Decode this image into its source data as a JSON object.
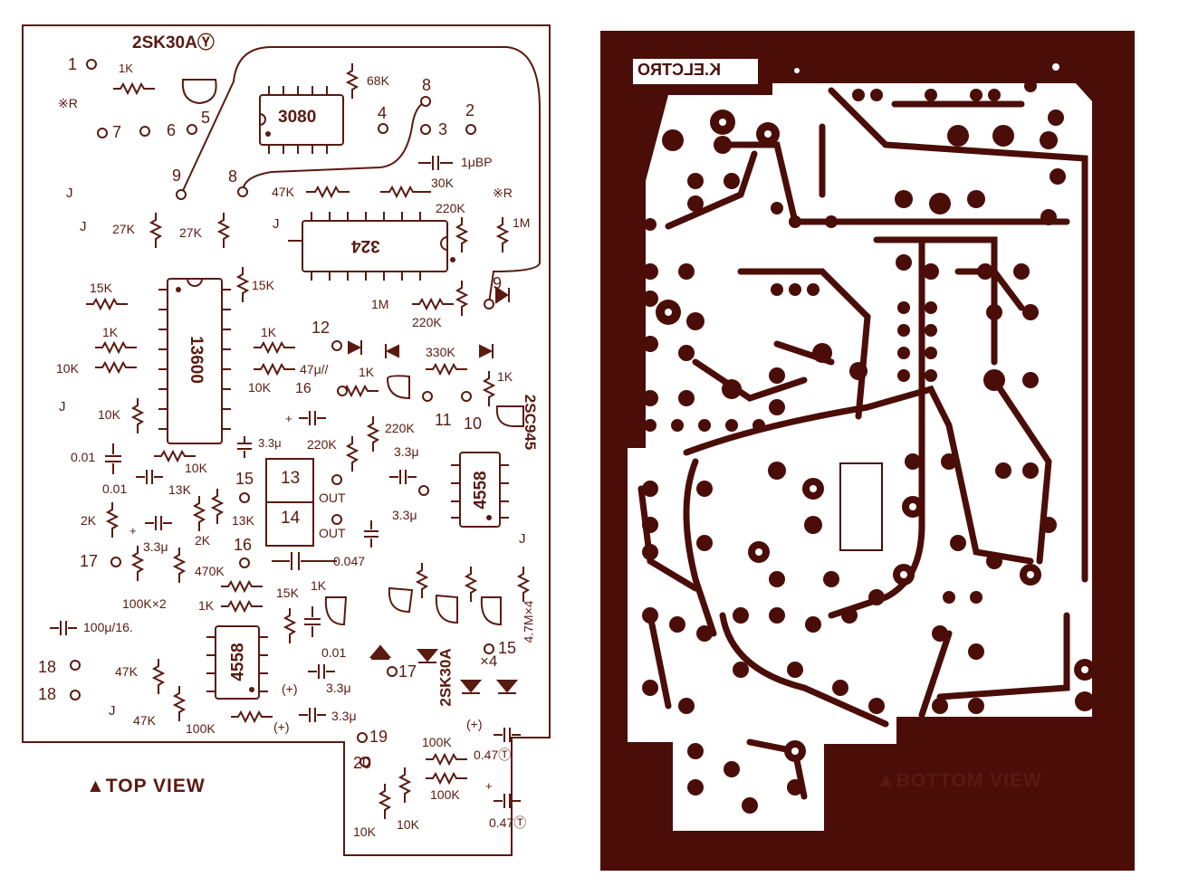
{
  "colors": {
    "ink": "#5a1a10",
    "paper": "#ffffff",
    "copper": "#4a0d08"
  },
  "captions": {
    "top_view": "▲TOP VIEW",
    "bottom_view": "▲BOTTOM VIEW"
  },
  "top_view": {
    "ics": {
      "ota": "3080",
      "quad_opamp": "324",
      "vca": "13600",
      "dual_opamp_a": "4558",
      "dual_opamp_b": "4558"
    },
    "fets": {
      "header": "2SK30AⓎ",
      "bank": "2SK30A",
      "bank_count": "×4"
    },
    "transistor": "2SC945",
    "resistors": [
      "1K",
      "68K",
      "47K",
      "30K",
      "220K",
      "1M",
      "27K",
      "27K",
      "15K",
      "15K",
      "1K",
      "10K",
      "1K",
      "10K",
      "1M",
      "220K",
      "330K",
      "1K",
      "1K",
      "10K",
      "220K",
      "220K",
      "10K",
      "13K",
      "13K",
      "2K",
      "2K",
      "470K",
      "100K×2",
      "1K",
      "15K",
      "1K",
      "47K",
      "47K",
      "100K",
      "100K",
      "100K",
      "10K",
      "10K",
      "4.7M×4"
    ],
    "capacitors": [
      "1μBP",
      "47μ//",
      "3.3μ",
      "3.3μ",
      "3.3μ",
      "3.3μ",
      "3.3μ",
      "3.3μ",
      "0.01",
      "0.01",
      "0.047",
      "100μ/16.",
      "0.01",
      "0.47Ⓣ",
      "0.47Ⓣ"
    ],
    "pads": [
      "1",
      "7",
      "6",
      "5",
      "4",
      "3",
      "2",
      "8",
      "9",
      "8",
      "9",
      "12",
      "16",
      "11",
      "10",
      "15",
      "16",
      "17",
      "18",
      "18",
      "17",
      "15",
      "19",
      "20"
    ],
    "jumpers": [
      "J",
      "J",
      "J",
      "J",
      "J",
      "J"
    ],
    "misc": [
      "※R",
      "※R",
      "13",
      "14",
      "OUT",
      "OUT",
      "(+)",
      "(+)",
      "(+)",
      "+",
      "+",
      "+"
    ]
  },
  "bottom_view": {
    "board_label": "K.ELCTRO"
  }
}
